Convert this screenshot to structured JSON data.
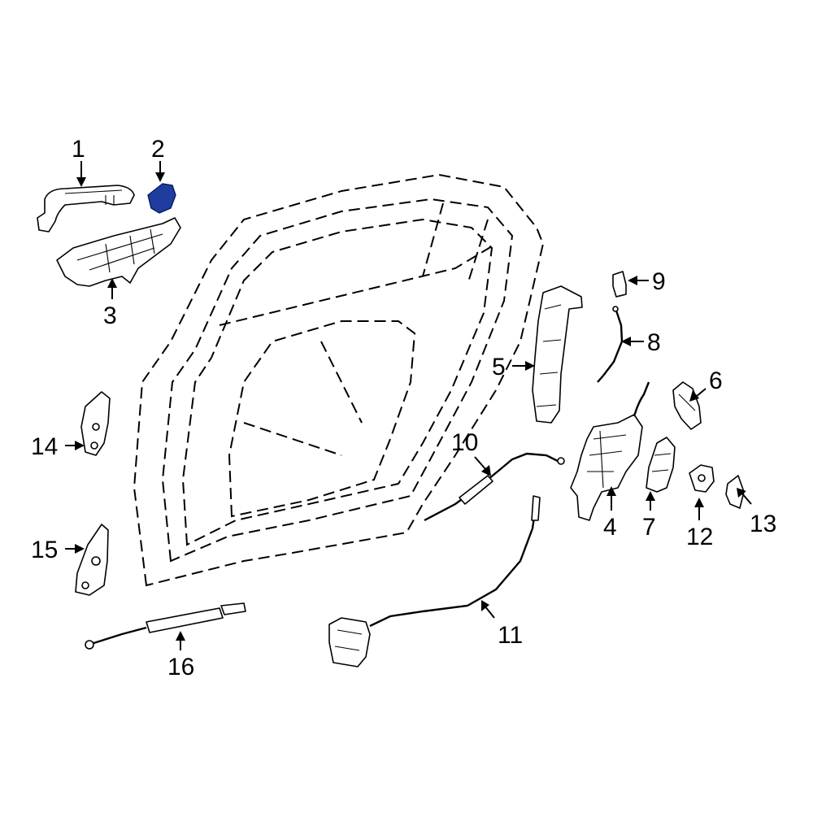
{
  "diagram": {
    "callouts": [
      {
        "id": "1",
        "label": "1"
      },
      {
        "id": "2",
        "label": "2"
      },
      {
        "id": "3",
        "label": "3"
      },
      {
        "id": "4",
        "label": "4"
      },
      {
        "id": "5",
        "label": "5"
      },
      {
        "id": "6",
        "label": "6"
      },
      {
        "id": "7",
        "label": "7"
      },
      {
        "id": "8",
        "label": "8"
      },
      {
        "id": "9",
        "label": "9"
      },
      {
        "id": "10",
        "label": "10"
      },
      {
        "id": "11",
        "label": "11"
      },
      {
        "id": "12",
        "label": "12"
      },
      {
        "id": "13",
        "label": "13"
      },
      {
        "id": "14",
        "label": "14"
      },
      {
        "id": "15",
        "label": "15"
      },
      {
        "id": "16",
        "label": "16"
      }
    ],
    "colors": {
      "highlight": "#1f3d9e",
      "line": "#000000",
      "background": "#ffffff"
    }
  }
}
